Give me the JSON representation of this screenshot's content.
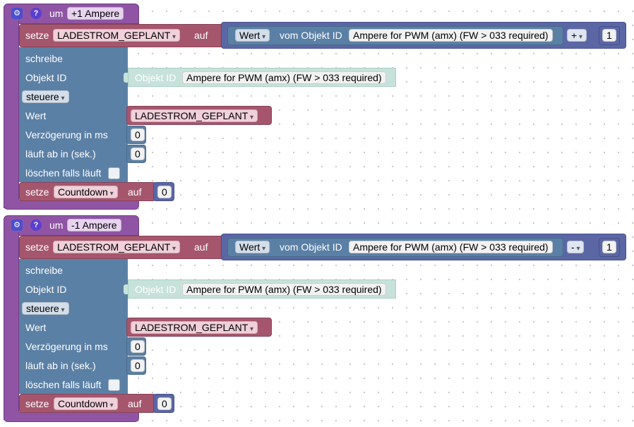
{
  "blocks": [
    {
      "trigger_label": "um",
      "trigger_name": "+1 Ampere",
      "setze_label": "setze",
      "auf_label": "auf",
      "var_name": "LADESTROM_GEPLANT",
      "wert_dropdown": "Wert",
      "vom_objekt_label": "vom Objekt ID",
      "object_name": "Ampere for PWM (amx) (FW > 033 required)",
      "operator": "+",
      "operand": "1",
      "schreibe_label": "schreibe",
      "objekt_id_label": "Objekt ID",
      "objekt_id_placeholder": "Objekt ID",
      "object_name_2": "Ampere for PWM (amx) (FW > 033 required)",
      "steuere_dropdown": "steuere",
      "wert_label": "Wert",
      "wert_var": "LADESTROM_GEPLANT",
      "delay_label": "Verzögerung in ms",
      "delay_value": "0",
      "expire_label": "läuft ab in (sek.)",
      "expire_value": "0",
      "clear_label": "löschen falls läuft",
      "setze2_label": "setze",
      "countdown_var": "Countdown",
      "auf2_label": "auf",
      "countdown_value": "0"
    },
    {
      "trigger_label": "um",
      "trigger_name": "-1 Ampere",
      "setze_label": "setze",
      "auf_label": "auf",
      "var_name": "LADESTROM_GEPLANT",
      "wert_dropdown": "Wert",
      "vom_objekt_label": "vom Objekt ID",
      "object_name": "Ampere for PWM (amx) (FW > 033 required)",
      "operator": "-",
      "operand": "1",
      "schreibe_label": "schreibe",
      "objekt_id_label": "Objekt ID",
      "objekt_id_placeholder": "Objekt ID",
      "object_name_2": "Ampere for PWM (amx) (FW > 033 required)",
      "steuere_dropdown": "steuere",
      "wert_label": "Wert",
      "wert_var": "LADESTROM_GEPLANT",
      "delay_label": "Verzögerung in ms",
      "delay_value": "0",
      "expire_label": "läuft ab in (sek.)",
      "expire_value": "0",
      "clear_label": "löschen falls läuft",
      "setze2_label": "setze",
      "countdown_var": "Countdown",
      "auf2_label": "auf",
      "countdown_value": "0"
    }
  ],
  "icons": {
    "gear": "gear-icon",
    "help": "help-icon"
  },
  "colors": {
    "procedure": "#8f55a4",
    "variables": "#a5566d",
    "control": "#5b80a5",
    "math": "#5b67a5",
    "object": "#c7e2da"
  }
}
